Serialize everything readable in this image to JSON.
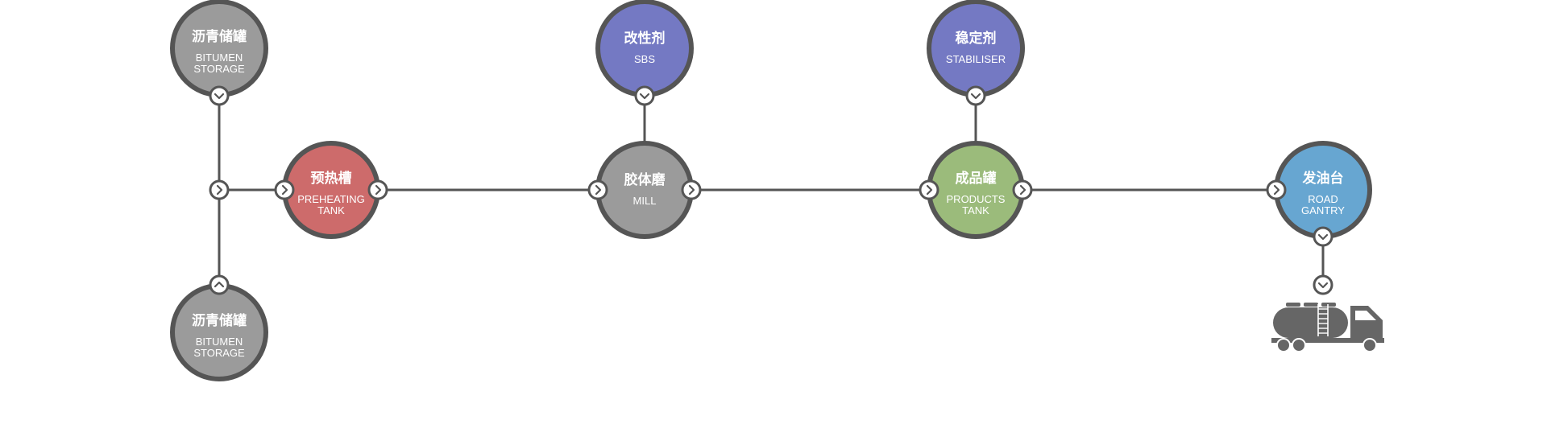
{
  "colors": {
    "line": "#555555",
    "gray": "#9b9b9b",
    "red": "#cd6b6b",
    "purple": "#7479c3",
    "green": "#9bbb7b",
    "blue": "#67a6d1",
    "truck": "#666666"
  },
  "nodes": [
    {
      "id": "bitumen-top",
      "zh": "沥青储罐",
      "en": [
        "BITUMEN",
        "STORAGE"
      ],
      "color": "gray"
    },
    {
      "id": "bitumen-bottom",
      "zh": "沥青储罐",
      "en": [
        "BITUMEN",
        "STORAGE"
      ],
      "color": "gray"
    },
    {
      "id": "preheating",
      "zh": "预热槽",
      "en": [
        "PREHEATING",
        "TANK"
      ],
      "color": "red"
    },
    {
      "id": "sbs",
      "zh": "改性剂",
      "en": [
        "SBS"
      ],
      "color": "purple"
    },
    {
      "id": "mill",
      "zh": "胶体磨",
      "en": [
        "MILL"
      ],
      "color": "gray"
    },
    {
      "id": "stabiliser",
      "zh": "稳定剂",
      "en": [
        "STABILISER"
      ],
      "color": "purple"
    },
    {
      "id": "products",
      "zh": "成品罐",
      "en": [
        "PRODUCTS",
        "TANK"
      ],
      "color": "green"
    },
    {
      "id": "gantry",
      "zh": "发油台",
      "en": [
        "ROAD",
        "GANTRY"
      ],
      "color": "blue"
    }
  ],
  "truck": {
    "icon": "tanker-truck-icon"
  }
}
